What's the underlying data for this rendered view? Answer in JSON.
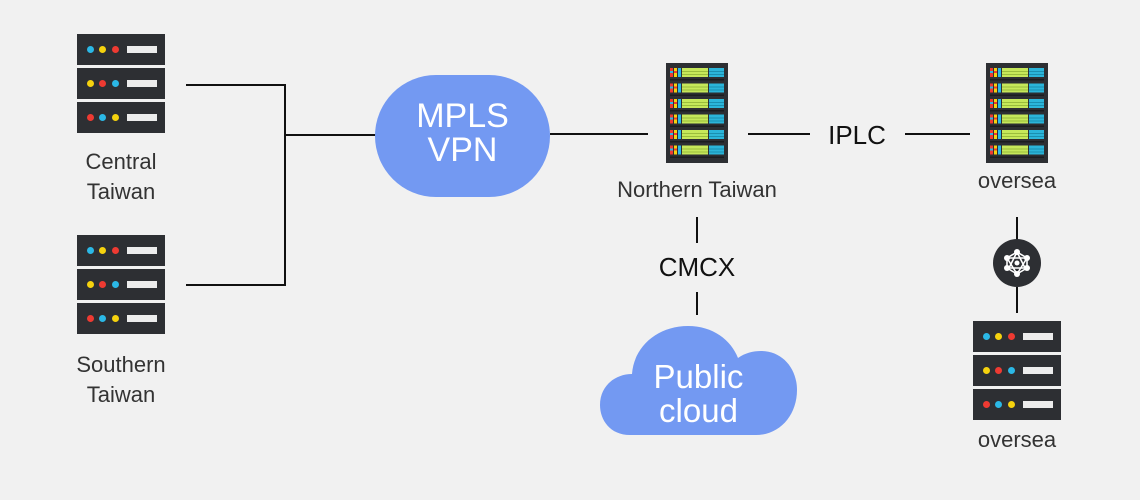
{
  "colors": {
    "background": "#f1f1f1",
    "cloud_blue": "#7399f2",
    "server_dark": "#2d2f33",
    "led_blue": "#2bb8e6",
    "led_yellow": "#f5d20e",
    "led_red": "#ee3a32",
    "rack_green": "#c6e85a",
    "rack_cyan": "#2bb5da",
    "line": "#111111"
  },
  "nodes": {
    "central": {
      "label_line1": "Central",
      "label_line2": "Taiwan",
      "icon": "server-stack-icon"
    },
    "southern": {
      "label_line1": "Southern",
      "label_line2": "Taiwan",
      "icon": "server-stack-icon"
    },
    "mpls": {
      "line1": "MPLS",
      "line2": "VPN"
    },
    "northern": {
      "label": "Northern Taiwan",
      "icon": "server-rack-icon"
    },
    "oversea_top": {
      "label": "oversea",
      "icon": "server-rack-icon"
    },
    "oversea_bottom": {
      "label": "oversea",
      "icon": "server-stack-icon"
    },
    "public_cloud": {
      "line1": "Public",
      "line2": "cloud"
    },
    "network_hub": {
      "icon": "network-hub-icon"
    }
  },
  "links": {
    "iplc": "IPLC",
    "cmcx": "CMCX"
  }
}
